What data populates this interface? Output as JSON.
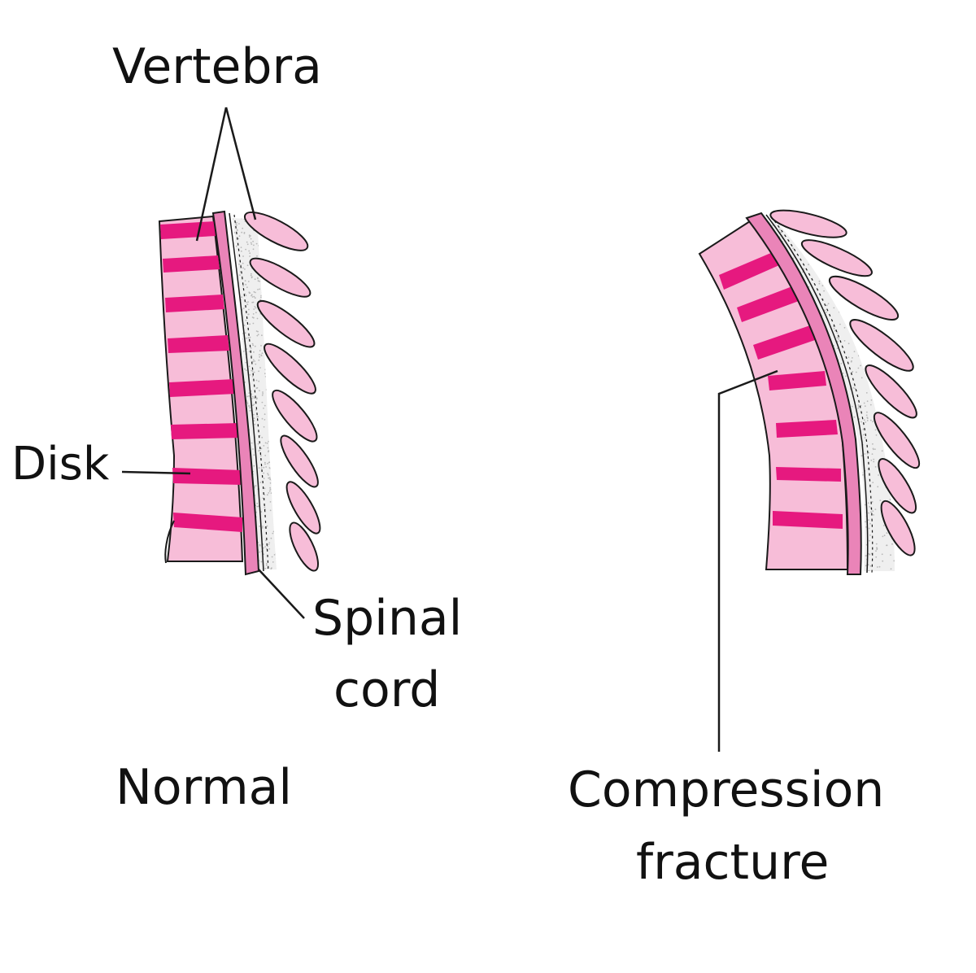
{
  "labels": {
    "vertebra": "Vertebra",
    "disk": "Disk",
    "spinal_line1": "Spinal",
    "spinal_line2": "cord",
    "normal": "Normal",
    "compression_line1": "Compression",
    "compression_line2": "fracture"
  },
  "colors": {
    "vertebra_body": "#f7bdd8",
    "disk": "#e6197f",
    "cord": "#ea84b8",
    "outline": "#1a1a1a",
    "stipple": "#b8b8b8",
    "text": "#111111"
  }
}
